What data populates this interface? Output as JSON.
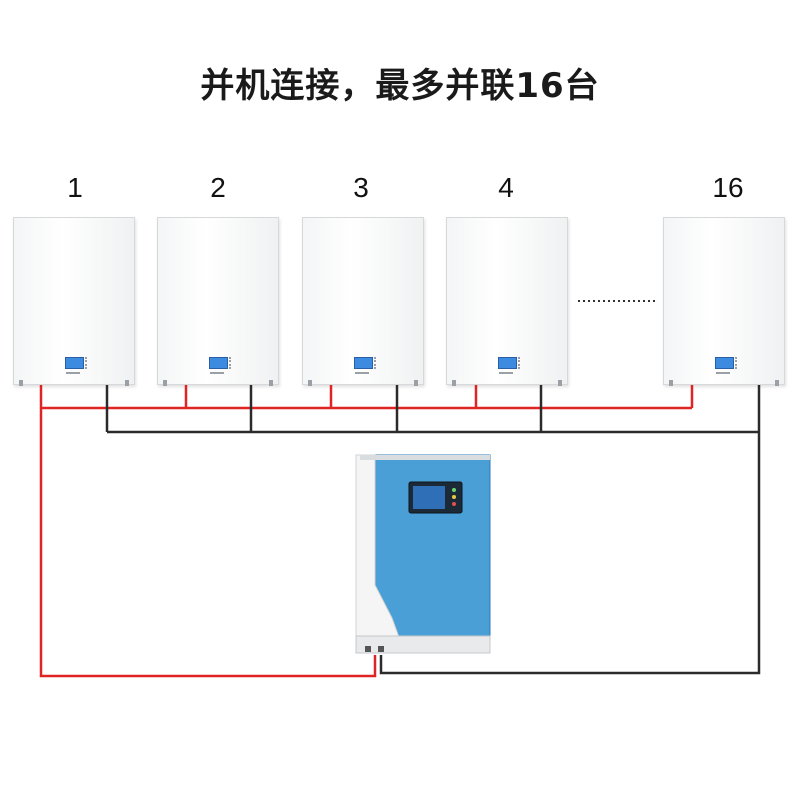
{
  "title": "并机连接，最多并联16台",
  "batteries": [
    {
      "label": "1"
    },
    {
      "label": "2"
    },
    {
      "label": "3"
    },
    {
      "label": "4"
    },
    {
      "label": "16"
    }
  ],
  "colors": {
    "positive_wire": "#e02424",
    "negative_wire": "#2b2b2b",
    "inverter_blue": "#4a9fd6",
    "lcd_blue": "#3d8be0"
  }
}
